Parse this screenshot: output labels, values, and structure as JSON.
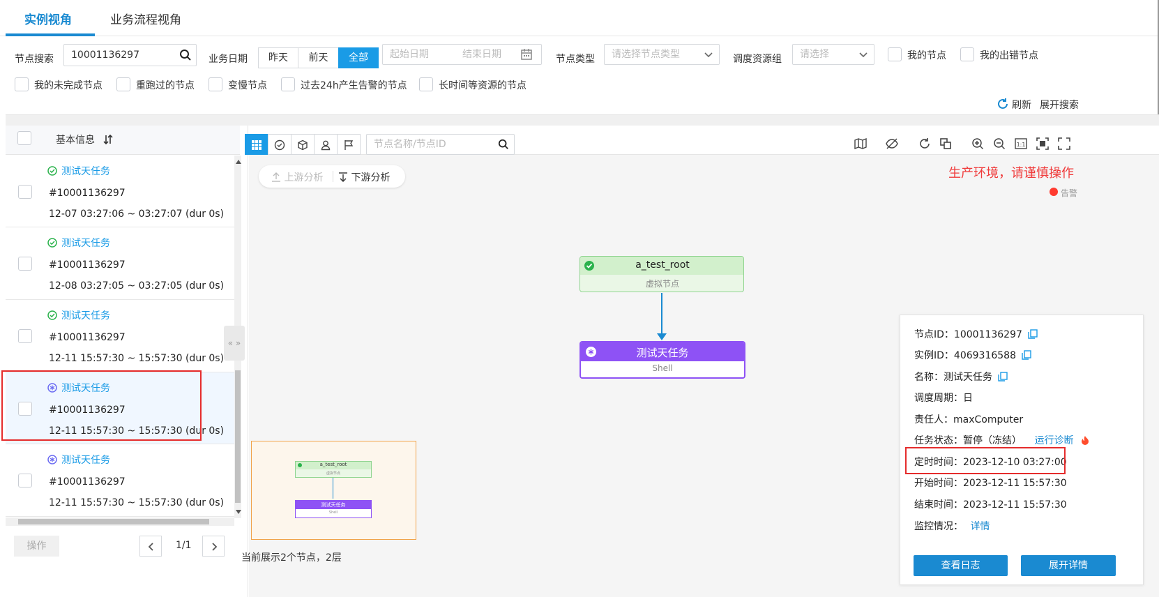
{
  "tabs": [
    {
      "label": "实例视角"
    },
    {
      "label": "业务流程视角"
    }
  ],
  "filters": {
    "node_search_label": "节点搜索",
    "node_search_value": "10001136297",
    "biz_date_label": "业务日期",
    "date_buttons": [
      "昨天",
      "前天",
      "全部"
    ],
    "start_date_placeholder": "起始日期",
    "end_date_placeholder": "结束日期",
    "node_type_label": "节点类型",
    "node_type_placeholder": "请选择节点类型",
    "resource_group_label": "调度资源组",
    "resource_group_placeholder": "请选择",
    "checkboxes_row1": [
      "我的节点",
      "我的出错节点"
    ],
    "checkboxes_row2": [
      "我的未完成节点",
      "重跑过的节点",
      "变慢节点",
      "过去24h产生告警的节点",
      "长时间等资源的节点"
    ],
    "refresh_label": "刷新",
    "expand_search_label": "展开搜索"
  },
  "list": {
    "header": "基本信息",
    "items": [
      {
        "name": "测试天任务",
        "id": "#10001136297",
        "time": "12-07 03:27:06 ~ 03:27:07 (dur 0s)",
        "status": "success"
      },
      {
        "name": "测试天任务",
        "id": "#10001136297",
        "time": "12-08 03:27:05 ~ 03:27:05 (dur 0s)",
        "status": "success"
      },
      {
        "name": "测试天任务",
        "id": "#10001136297",
        "time": "12-11 15:57:30 ~ 15:57:30 (dur 0s)",
        "status": "success"
      },
      {
        "name": "测试天任务",
        "id": "#10001136297",
        "time": "12-11 15:57:30 ~ 15:57:30 (dur 0s)",
        "status": "paused"
      },
      {
        "name": "测试天任务",
        "id": "#10001136297",
        "time": "12-11 15:57:30 ~ 15:57:30 (dur 0s)",
        "status": "paused"
      }
    ],
    "op_label": "操作",
    "page": "1/1"
  },
  "canvas": {
    "search_placeholder": "节点名称/节点ID",
    "upstream_label": "上游分析",
    "downstream_label": "下游分析",
    "env_warning": "生产环境，请谨慎操作",
    "alert_label": "告警",
    "root_node": {
      "name": "a_test_root",
      "sub": "虚拟节点"
    },
    "task_node": {
      "name": "测试天任务",
      "sub": "Shell"
    },
    "footer": "当前展示2个节点，2层"
  },
  "info": {
    "node_id": "节点ID：10001136297",
    "instance_id": "实例ID：4069316588",
    "name": "名称：测试天任务",
    "cycle": "调度周期：日",
    "owner": "责任人：maxComputer",
    "status": "任务状态：暂停（冻结）",
    "diagnose_label": "运行诊断",
    "scheduled": "定时时间：2023-12-10 03:27:00",
    "start": "开始时间：2023-12-11 15:57:30",
    "end": "结束时间：2023-12-11 15:57:30",
    "monitor_label": "监控情况：",
    "detail_link": "详情",
    "view_log_label": "查看日志",
    "expand_detail_label": "展开详情"
  },
  "colors": {
    "accent": "#1a8ad1",
    "success": "#2bb24c",
    "paused": "#6b6bf2",
    "warning": "#ff3b30",
    "node_purple": "#8e52f5"
  }
}
